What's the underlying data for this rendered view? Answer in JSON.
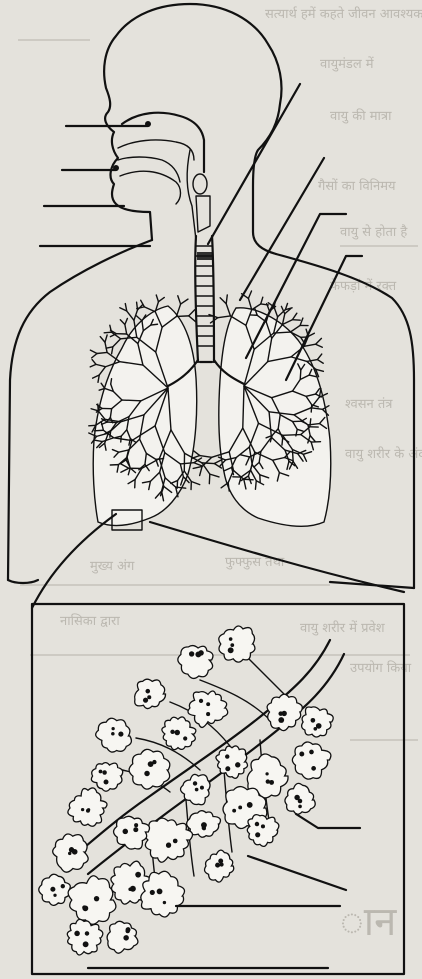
{
  "figure": {
    "bleed_text_lines": [
      "सत्यार्थ हमें कहते जीवन आवश्यक है",
      "वायुमंडल में",
      "वायु की मात्रा",
      "गैसों का विनिमय",
      "वायु से होता है",
      "फेफड़ों में रक्त",
      "श्वसन तंत्र",
      "वायु शरीर के अंदर",
      "मुख्य अंग",
      "फुफ्फुस तथा",
      "नासिका द्वारा",
      "वायु शरीर में प्रवेश",
      "उपयोग किया"
    ],
    "corner_mark": "ान"
  }
}
